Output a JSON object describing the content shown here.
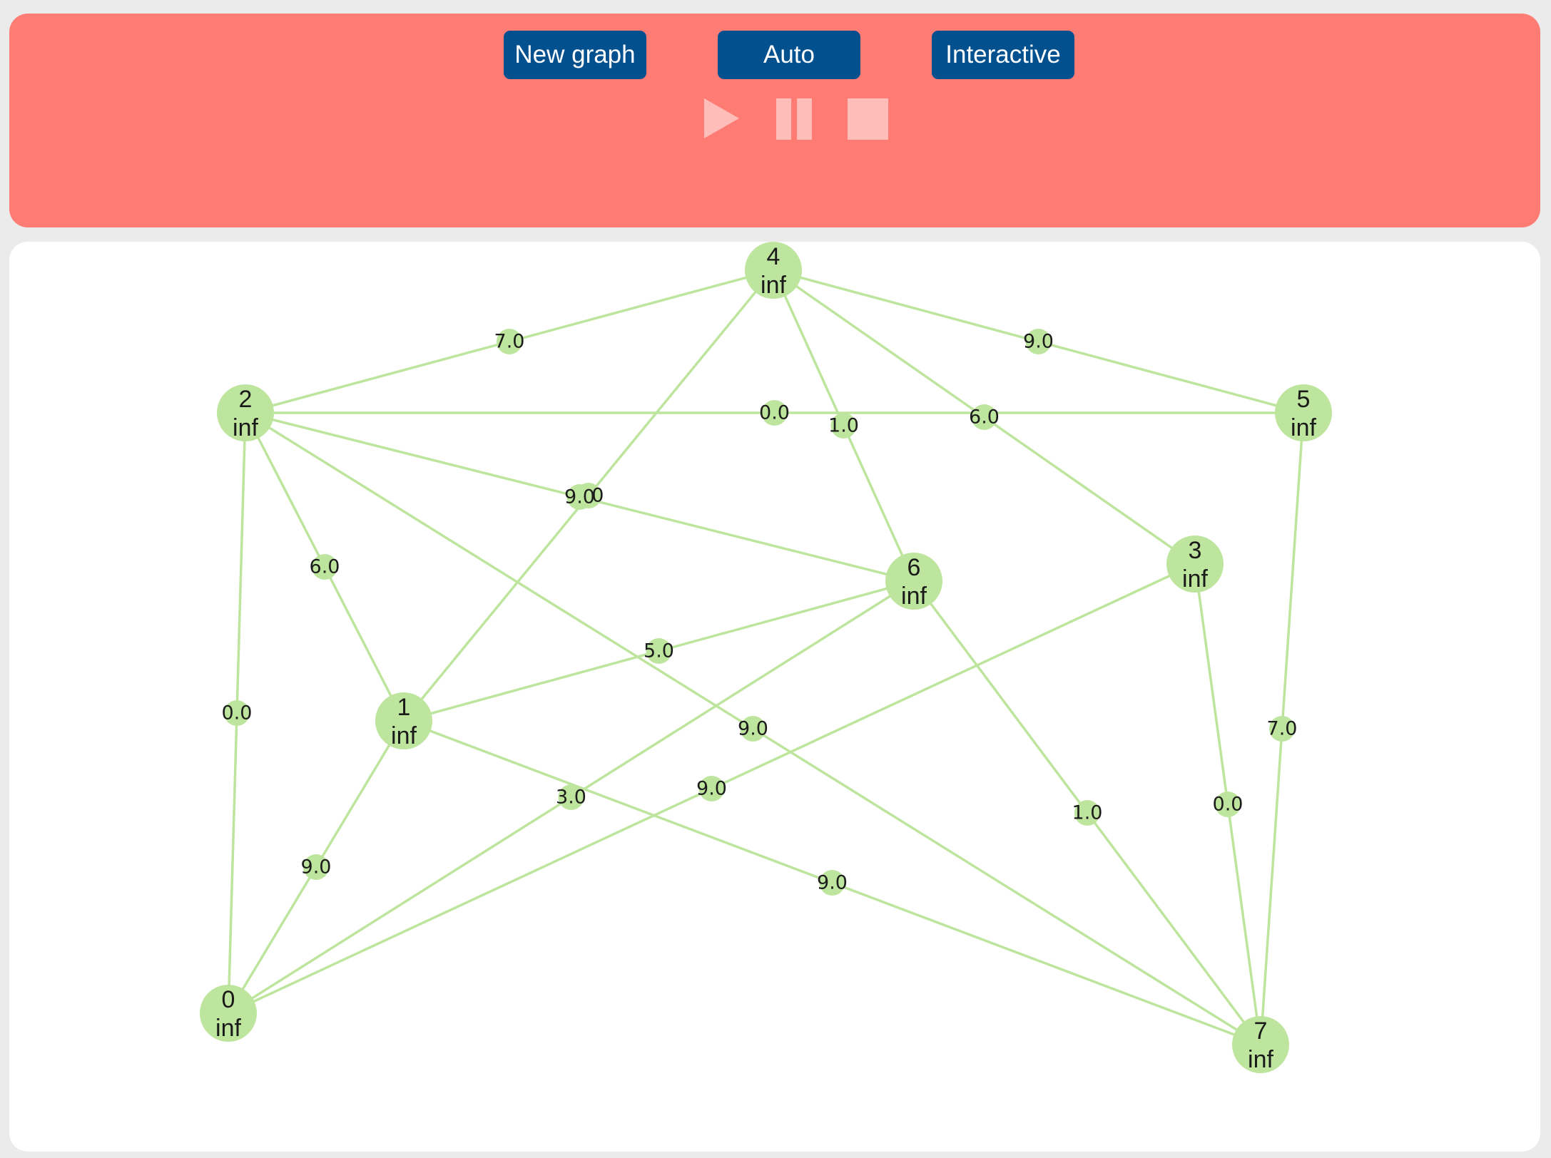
{
  "toolbar": {
    "new_graph_label": "New graph",
    "auto_label": "Auto",
    "interactive_label": "Interactive",
    "controls": [
      "play-icon",
      "pause-icon",
      "stop-icon"
    ]
  },
  "colors": {
    "panel_background": "#ff7c75",
    "button_background": "#03508f",
    "button_text": "#ffffff",
    "control_icon": "#ffbdba",
    "node_fill": "#bde59d",
    "edge_stroke": "#bde59d",
    "graph_background": "#ffffff"
  },
  "graph": {
    "nodes": [
      {
        "id": "0",
        "distance": "inf"
      },
      {
        "id": "1",
        "distance": "inf"
      },
      {
        "id": "2",
        "distance": "inf"
      },
      {
        "id": "3",
        "distance": "inf"
      },
      {
        "id": "4",
        "distance": "inf"
      },
      {
        "id": "5",
        "distance": "inf"
      },
      {
        "id": "6",
        "distance": "inf"
      },
      {
        "id": "7",
        "distance": "inf"
      }
    ],
    "edges": [
      {
        "from": "4",
        "to": "2",
        "weight": "7.0"
      },
      {
        "from": "4",
        "to": "5",
        "weight": "9.0"
      },
      {
        "from": "4",
        "to": "1",
        "weight": "7.0"
      },
      {
        "from": "4",
        "to": "6",
        "weight": "1.0"
      },
      {
        "from": "4",
        "to": "3",
        "weight": "6.0"
      },
      {
        "from": "2",
        "to": "5",
        "weight": "0.0"
      },
      {
        "from": "2",
        "to": "6",
        "weight": "9.0"
      },
      {
        "from": "2",
        "to": "1",
        "weight": "6.0"
      },
      {
        "from": "2",
        "to": "7",
        "weight": "9.0"
      },
      {
        "from": "2",
        "to": "0",
        "weight": "0.0"
      },
      {
        "from": "5",
        "to": "7",
        "weight": "7.0"
      },
      {
        "from": "6",
        "to": "1",
        "weight": "5.0"
      },
      {
        "from": "6",
        "to": "0",
        "weight": "3.0"
      },
      {
        "from": "6",
        "to": "7",
        "weight": "1.0"
      },
      {
        "from": "3",
        "to": "0",
        "weight": "9.0"
      },
      {
        "from": "3",
        "to": "7",
        "weight": "0.0"
      },
      {
        "from": "1",
        "to": "0",
        "weight": "9.0"
      },
      {
        "from": "1",
        "to": "7",
        "weight": "9.0"
      }
    ]
  }
}
